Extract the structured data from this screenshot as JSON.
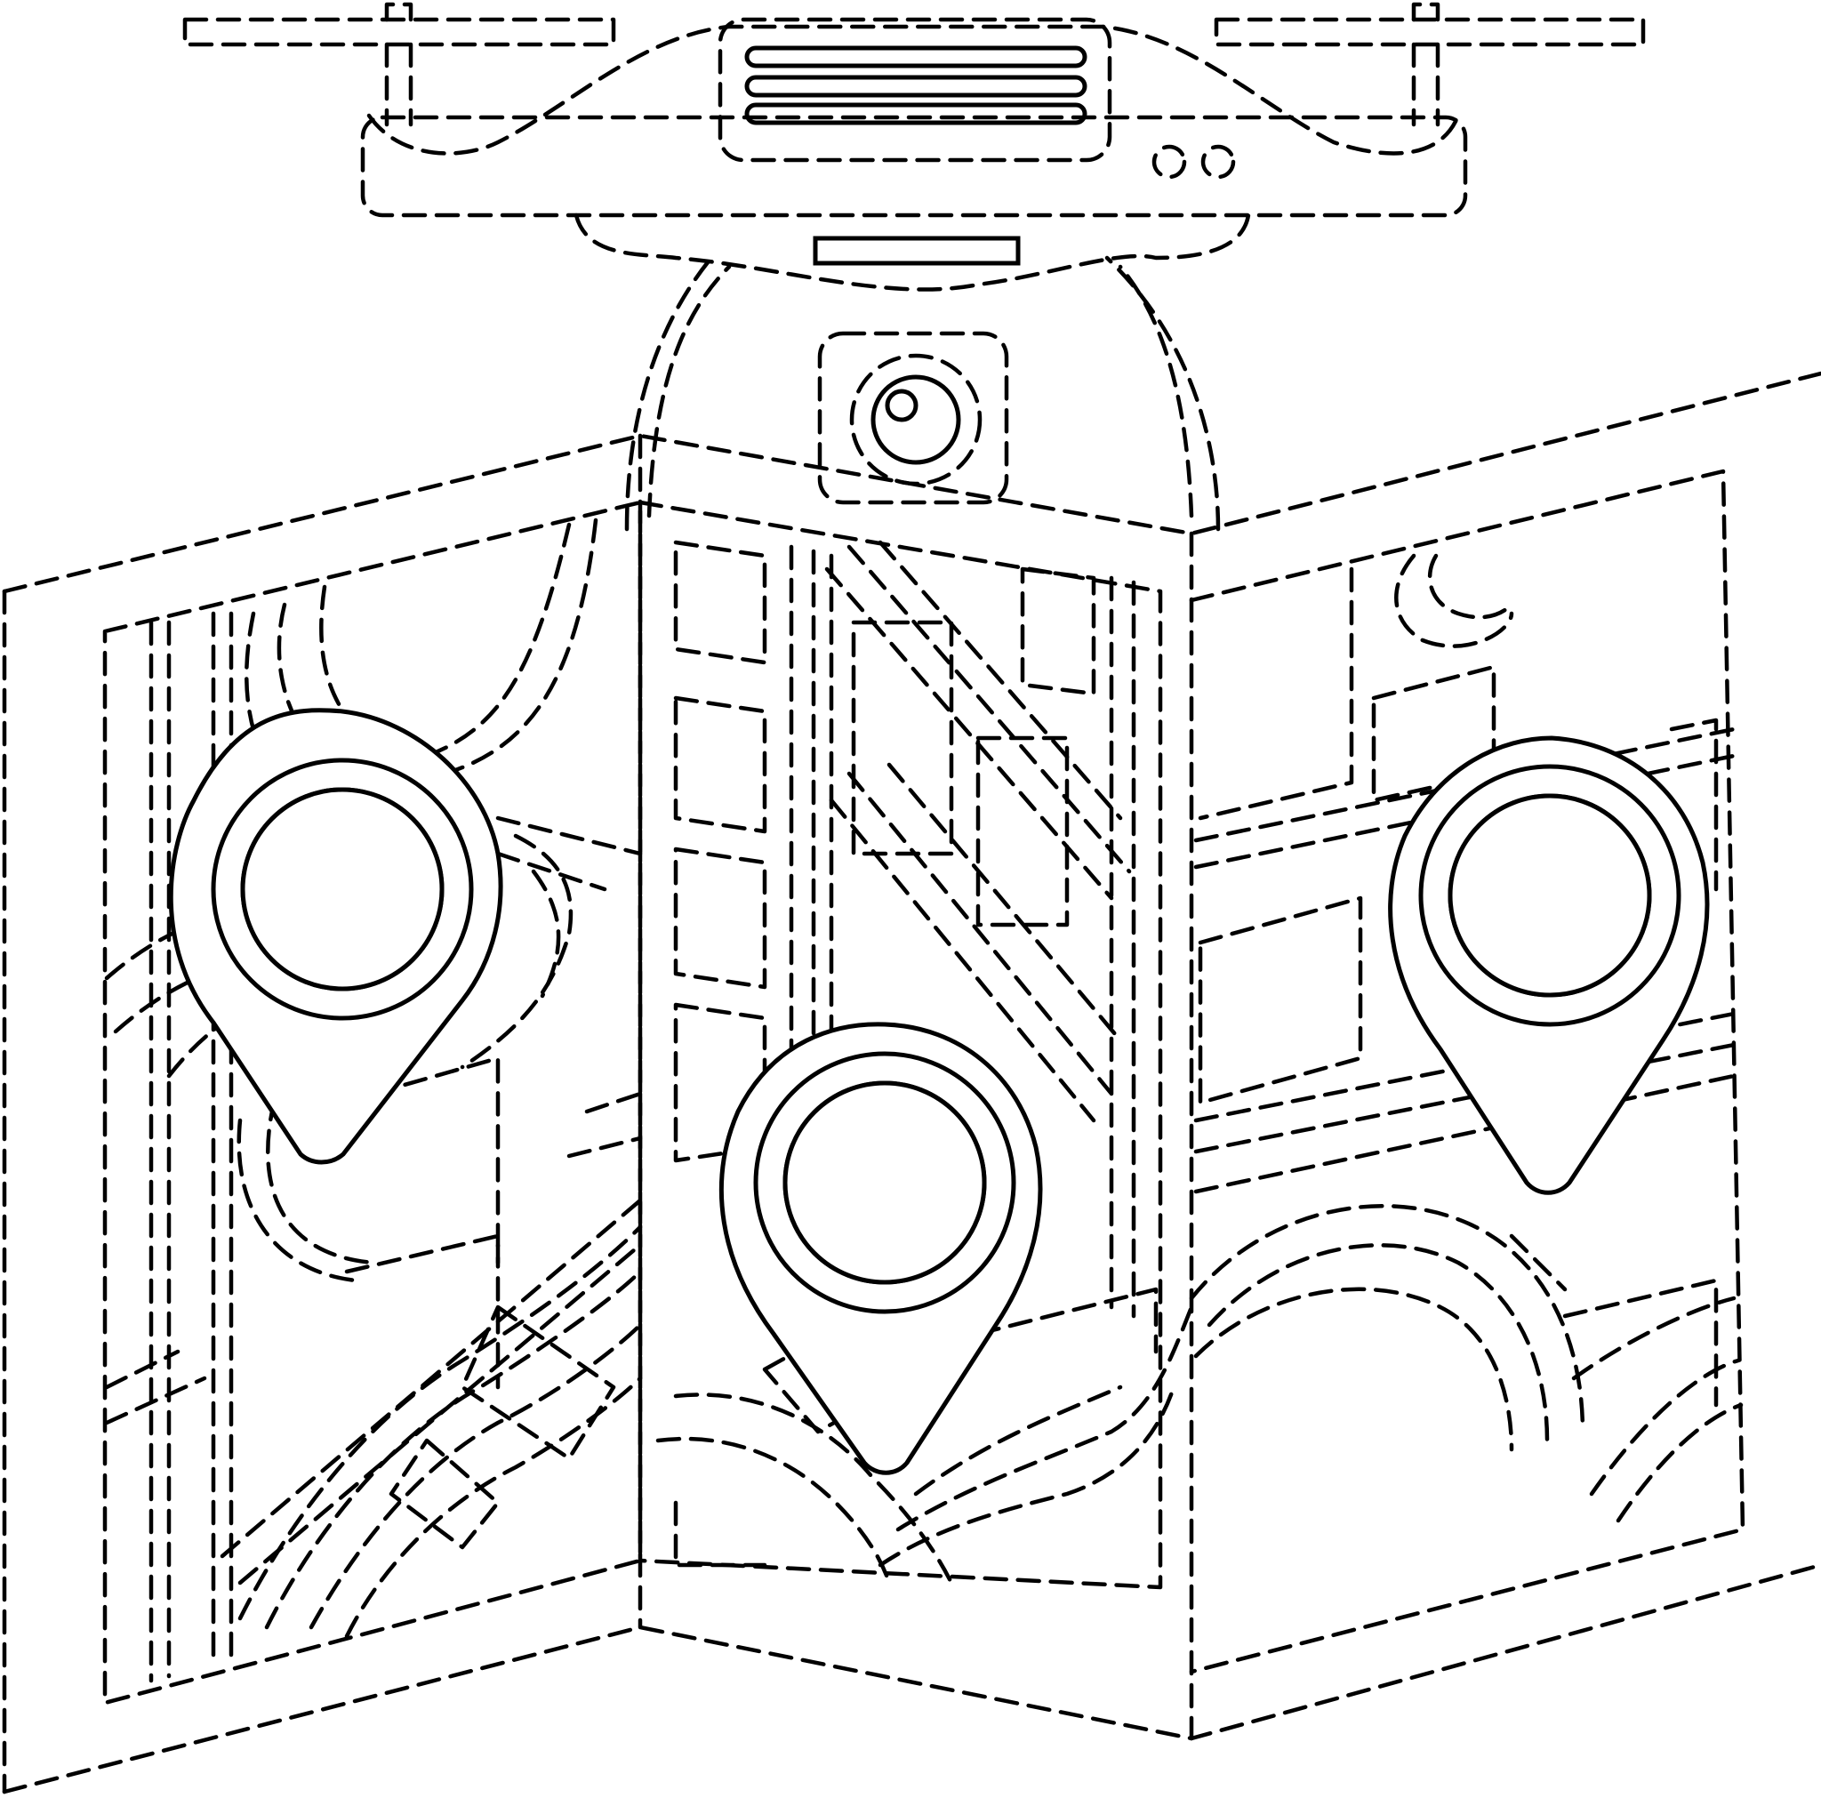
{
  "figure": {
    "style": "patent design drawing (broken-line environment, solid-line claimed design)",
    "colors": {
      "line": "#000000",
      "background": "#ffffff"
    },
    "elements": [
      "drone",
      "camera-lens",
      "folded-map",
      "location-pin-left",
      "location-pin-center",
      "location-pin-right"
    ],
    "pins": [
      {
        "name": "location-pin-left"
      },
      {
        "name": "location-pin-center"
      },
      {
        "name": "location-pin-right"
      }
    ]
  }
}
